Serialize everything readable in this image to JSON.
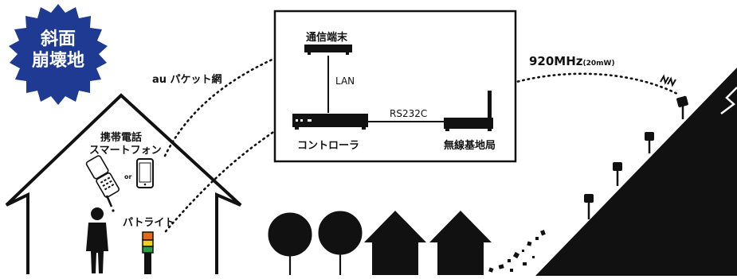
{
  "badge": {
    "line1": "斜面",
    "line2": "崩壊地"
  },
  "network": {
    "carrier_label": "au パケット網"
  },
  "house": {
    "phone_label_line1": "携帯電話",
    "phone_label_line2": "スマートフォン",
    "or_label": "or",
    "patlite_label": "パトライト"
  },
  "control_box": {
    "comm_terminal_label": "通信端末",
    "lan_label": "LAN",
    "controller_label": "コントローラ",
    "serial_label": "RS232C",
    "base_station_label": "無線基地局"
  },
  "radio": {
    "frequency_label": "920MHz",
    "power_label": "(20mW)"
  },
  "colors": {
    "badge_fill": "#1f3a93",
    "ink": "#111111",
    "gray": "#888888"
  }
}
